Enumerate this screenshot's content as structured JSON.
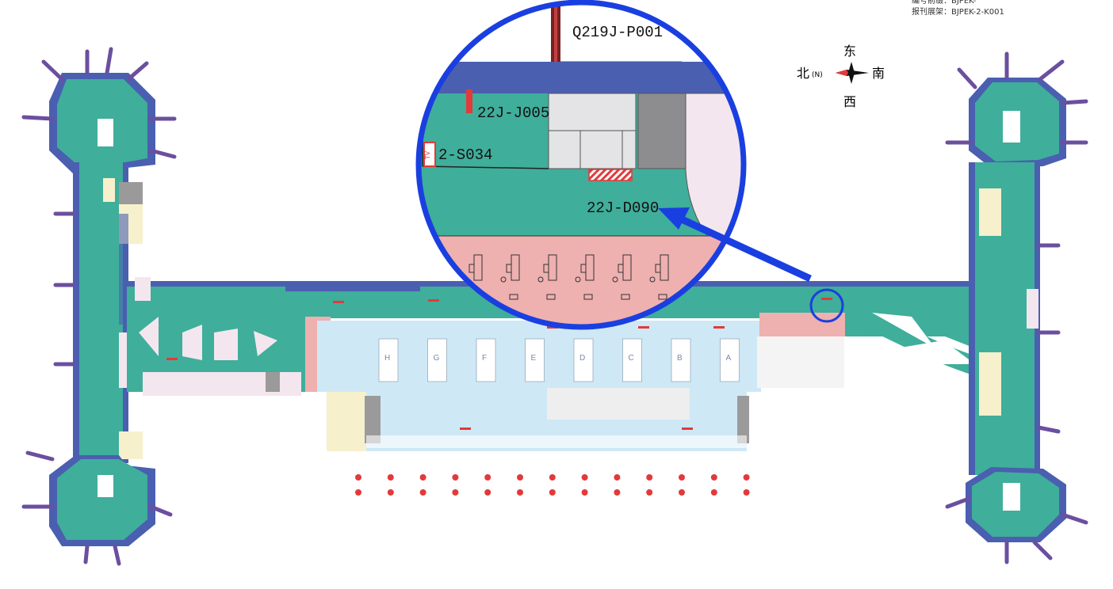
{
  "header": {
    "prefix_line": "编号前缀：BJPEK-",
    "rack_line": "报刊展架：BJPEK-2-K001"
  },
  "compass": {
    "north": "北",
    "north_code": "(N)",
    "east": "东",
    "south": "南",
    "west": "西"
  },
  "zoom": {
    "top_code": "Q219J-P001",
    "code_j005": "22J-J005",
    "code_s034": "2-S034",
    "code_d090": "22J-D090",
    "tv_label": "TV"
  },
  "counters": [
    "H",
    "G",
    "F",
    "E",
    "D",
    "C",
    "B",
    "A"
  ],
  "colors": {
    "concourse": "#3fae9b",
    "wall": "#4a5fb0",
    "hall": "#cfe8f5",
    "pink": "#efb0b0",
    "cream": "#f6f0cc",
    "highlight": "#1a3fe0",
    "marker": "#e23a3a"
  }
}
